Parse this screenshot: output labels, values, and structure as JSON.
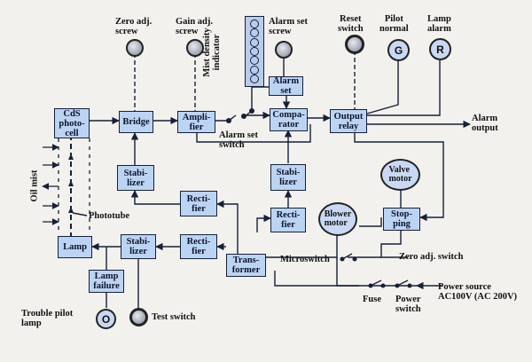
{
  "blocks": {
    "cds": "CdS\nphoto-\ncell",
    "bridge": "Bridge",
    "amplifier": "Ampli-\nfier",
    "alarm_set": "Alarm\nset",
    "comparator": "Compa-\nrator",
    "output_relay": "Output\nrelay",
    "stabilizer_upper": "Stabi-\nlizer",
    "rectifier_mid": "Recti-\nfier",
    "stabilizer_right": "Stabi-\nlizer",
    "rectifier_right": "Recti-\nfier",
    "lamp": "Lamp",
    "stabilizer_lower": "Stabi-\nlizer",
    "rectifier_lower": "Recti-\nfier",
    "transformer": "Trans-\nformer",
    "lamp_failure": "Lamp\nfailure",
    "stopping": "Stop-\nping"
  },
  "circles": {
    "blower_motor": "Blower\nmotor",
    "valve_motor": "Valve\nmotor",
    "pilot_letter": "G",
    "alarm_letter": "R",
    "trouble_letter": "O"
  },
  "labels": {
    "zero_adj_screw": "Zero adj.\nscrew",
    "gain_adj_screw": "Gain adj.\nscrew",
    "mist_density_indicator": "Mist density\nindicator",
    "alarm_set_screw": "Alarm set\nscrew",
    "reset_switch": "Reset\nswitch",
    "pilot_normal": "Pilot\nnormal",
    "lamp_alarm": "Lamp\nalarm",
    "alarm_output": "Alarm\noutput",
    "alarm_set_switch": "Alarm set\nswitch",
    "oil_mist": "Oil mist",
    "phototube": "Phototube",
    "microswitch": "Microswitch",
    "zero_adj_switch": "Zero adj. switch",
    "power_source": "Power source\nAC100V (AC 200V)",
    "fuse": "Fuse",
    "power_switch": "Power\nswitch",
    "trouble_pilot_lamp": "Trouble pilot\nlamp",
    "test_switch": "Test switch"
  },
  "colors": {
    "block_fill": "#bcd4f4",
    "line": "#15203a"
  }
}
